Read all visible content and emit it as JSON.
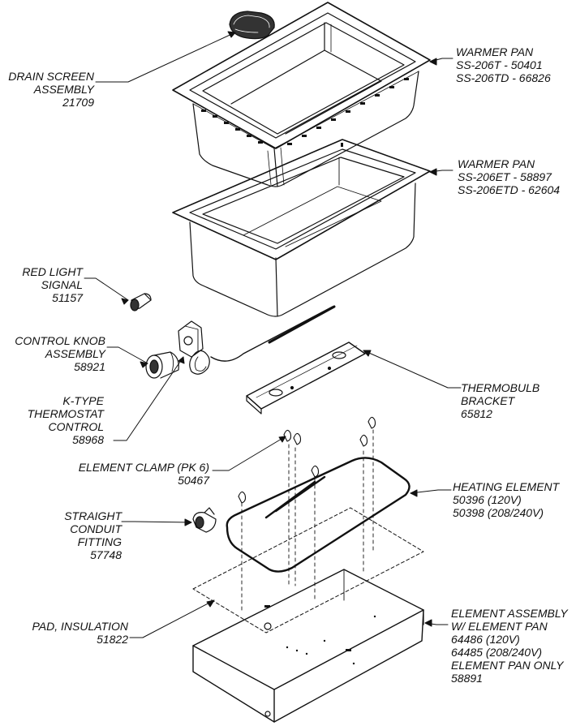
{
  "colors": {
    "ink": "#111111",
    "background": "#ffffff",
    "hatch": "#555555"
  },
  "callouts": {
    "drain_screen": [
      "DRAIN SCREEN",
      "ASSEMBLY",
      "21709"
    ],
    "warmer_pan_top": [
      "WARMER PAN",
      "SS-206T - 50401",
      "SS-206TD - 66826"
    ],
    "warmer_pan_lower": [
      "WARMER PAN",
      "SS-206ET - 58897",
      "SS-206ETD - 62604"
    ],
    "red_light": [
      "RED LIGHT",
      "SIGNAL",
      "51157"
    ],
    "control_knob": [
      "CONTROL KNOB",
      "ASSEMBLY",
      "58921"
    ],
    "thermostat": [
      "K-TYPE",
      "THERMOSTAT",
      "CONTROL",
      "58968"
    ],
    "thermobulb_bracket": [
      "THERMOBULB",
      "BRACKET",
      "65812"
    ],
    "element_clamp": [
      "ELEMENT CLAMP (PK 6)",
      "50467"
    ],
    "heating_element": [
      "HEATING ELEMENT",
      "50396 (120V)",
      "50398 (208/240V)"
    ],
    "conduit_fitting": [
      "STRAIGHT",
      "CONDUIT",
      "FITTING",
      "57748"
    ],
    "insulation_pad": [
      "PAD, INSULATION",
      "51822"
    ],
    "element_assembly": [
      "ELEMENT ASSEMBLY",
      "W/ ELEMENT PAN",
      "64486 (120V)",
      "64485 (208/240V)",
      "ELEMENT PAN ONLY",
      "58891"
    ]
  }
}
